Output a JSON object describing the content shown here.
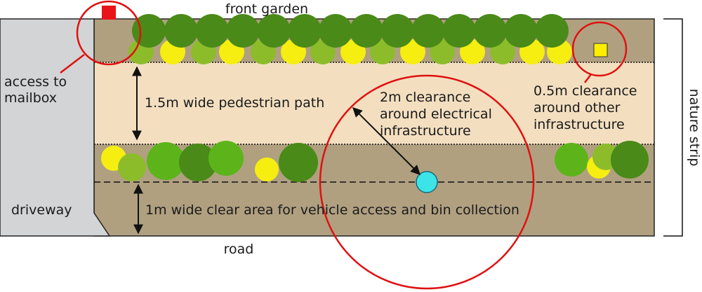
{
  "labels": {
    "front_garden": "front garden",
    "road": "road",
    "driveway": "driveway",
    "mailbox_line1": "access to",
    "mailbox_line2": "mailbox",
    "path": "1.5m wide pedestrian path",
    "clear_area": "1m wide clear area for vehicle access and bin collection",
    "elec_line1": "2m clearance",
    "elec_line2": "around electrical",
    "elec_line3": "infrastructure",
    "other_line1": "0.5m clearance",
    "other_line2": "around other",
    "other_line3": "infrastructure",
    "nature_strip": "nature strip"
  },
  "colors": {
    "verge": "#b0a080",
    "path": "#f3dfc0",
    "driveway": "#d2d4d6",
    "clearance_ring": "#e01010",
    "mailbox": "#e8141a",
    "electrical_pit": "#3ce4e8",
    "other_infrastructure": "#ffee00",
    "tree_dark": "#4a8a18",
    "tree_mid": "#5cb41a",
    "shrub_light": "#8cbc2a",
    "shrub_yellow": "#f5ee10"
  },
  "icons": {
    "mailbox": "red-square",
    "electrical_pit": "cyan-circle-with-dash",
    "other_infrastructure": "yellow-square"
  }
}
